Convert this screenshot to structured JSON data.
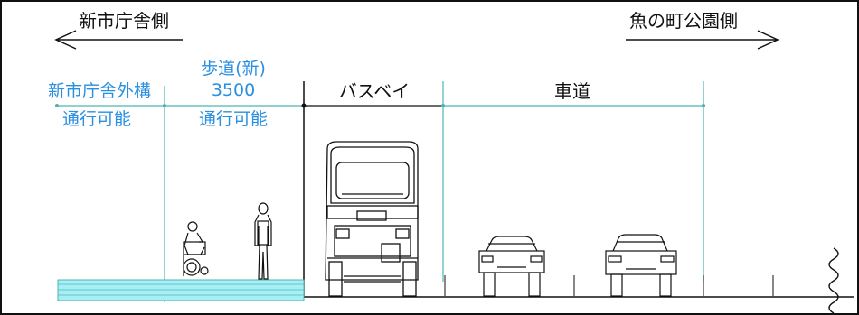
{
  "directions": {
    "left": "新市庁舎側",
    "right": "魚の町公園側"
  },
  "zones": {
    "outer": {
      "line1": "新市庁舎外構",
      "line2": "通行可能"
    },
    "sidewalk": {
      "line1": "歩道(新)",
      "line2": "3500",
      "line3": "通行可能"
    },
    "busbay": {
      "label": "バスベイ"
    },
    "roadway": {
      "label": "車道"
    }
  },
  "colors": {
    "line": "#111111",
    "dimension": "#4fb3b3",
    "accent_text": "#2a8fe0",
    "curb_fill": "#a6f0f5"
  }
}
